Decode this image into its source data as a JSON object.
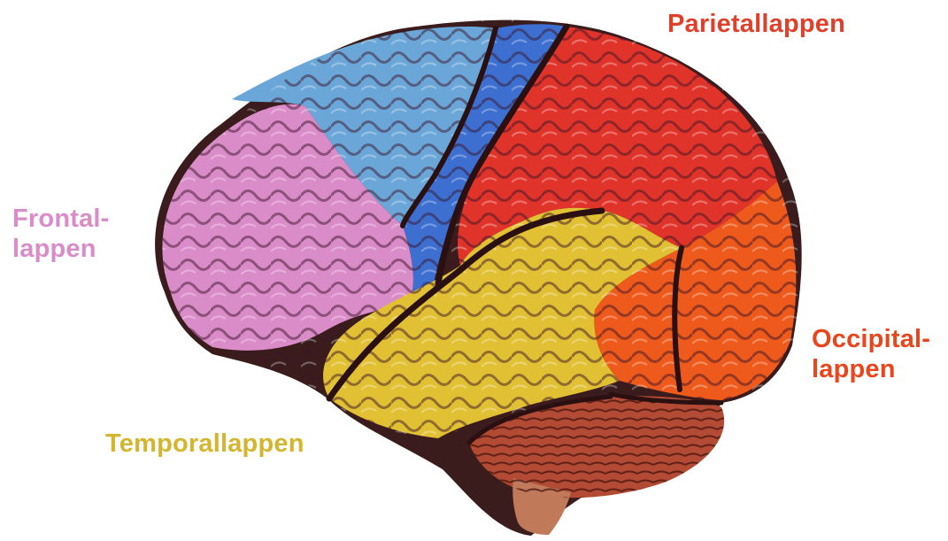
{
  "labels": {
    "parietal": "Parietallappen",
    "frontal": [
      "Frontal-",
      "lappen"
    ],
    "occipital": [
      "Occipital-",
      "lappen"
    ],
    "temporal": "Temporallappen"
  },
  "colors": {
    "frontal": "#d98cc8",
    "parietal_lobe": "#e0342a",
    "parietal_label": "#e0402a",
    "motor": "#6aa6d8",
    "central": "#3c6fd0",
    "occipital": "#ee5a1c",
    "occipital_label": "#e8461c",
    "temporal": "#e2c034",
    "temporal_label": "#d4b52e",
    "cerebellum": "#b24a34",
    "stem": "#c07a5a",
    "outline": "#3a1c1c"
  }
}
